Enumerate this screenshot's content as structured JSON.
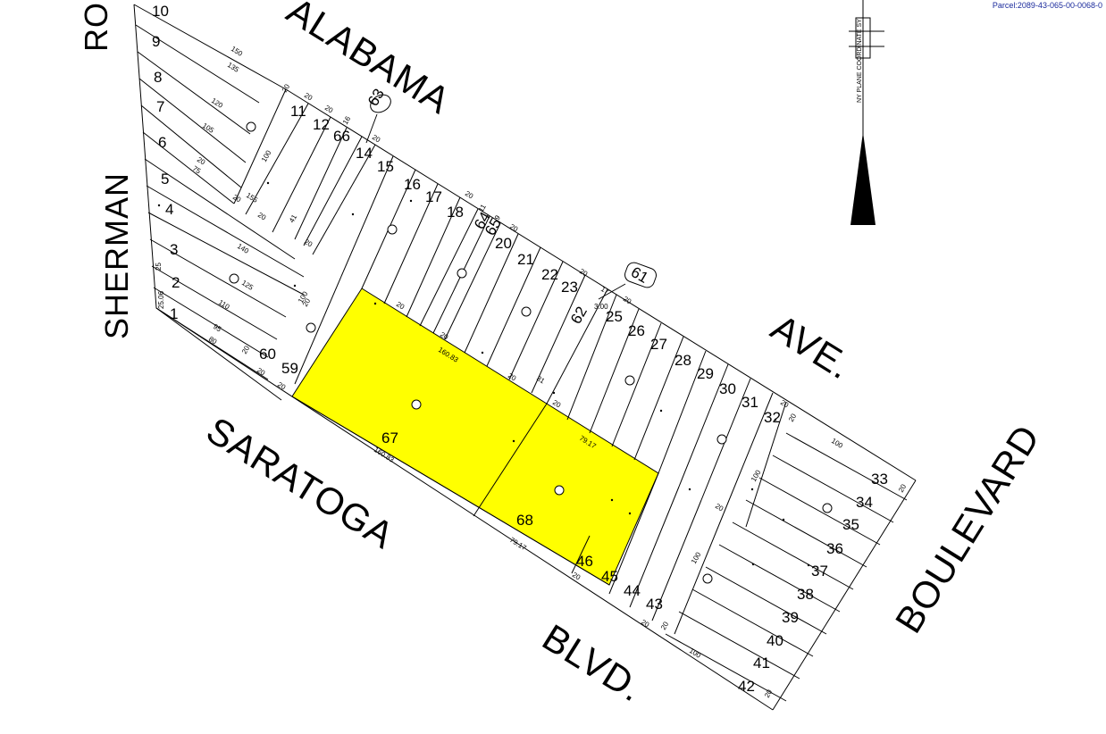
{
  "parcel_id": "Parcel:2089-43-065-00-0068-0",
  "north_arrow": {
    "label": "NY PLANE COORDINATE SY"
  },
  "colors": {
    "highlight": "#ffff00",
    "lines": "#000000",
    "parcel_text": "#1a2a9c"
  },
  "streets": {
    "alabama": "ALABAMA",
    "ave": "AVE.",
    "sherman": "SHERMAN",
    "ro": "RO",
    "saratoga": "SARATOGA",
    "blvd": "BLVD.",
    "boulevard": "BOULEVARD"
  },
  "circled_lots": {
    "c63": "63",
    "c61": "61"
  },
  "lots": {
    "l10": "10",
    "l9": "9",
    "l8": "8",
    "l7": "7",
    "l6": "6",
    "l5": "5",
    "l4": "4",
    "l3": "3",
    "l2": "2",
    "l1": "1",
    "l60": "60",
    "l59": "59",
    "l11": "11",
    "l12": "12",
    "l66": "66",
    "l14": "14",
    "l15": "15",
    "l16": "16",
    "l17": "17",
    "l18": "18",
    "l64": "64",
    "l65": "65",
    "l20": "20",
    "l21": "21",
    "l22": "22",
    "l23": "23",
    "l62": "62",
    "l25": "25",
    "l26": "26",
    "l27": "27",
    "l28": "28",
    "l29": "29",
    "l30": "30",
    "l31": "31",
    "l32": "32",
    "l33": "33",
    "l34": "34",
    "l35": "35",
    "l36": "36",
    "l37": "37",
    "l38": "38",
    "l39": "39",
    "l40": "40",
    "l41": "41",
    "l42": "42",
    "l43": "43",
    "l44": "44",
    "l45": "45",
    "l46": "46",
    "l67": "67",
    "l68": "68"
  },
  "dimensions": {
    "d150": "150",
    "d135": "135",
    "d120": "120",
    "d105": "105",
    "d75": "75",
    "d155": "155",
    "d140": "140",
    "d125": "125",
    "d110": "110",
    "d95": "95",
    "d80": "80",
    "d2506": "25.06",
    "d25": "25",
    "d16083a": "160.83",
    "d16083b": "160.83",
    "d7917a": "79.17",
    "d7917b": "79.17",
    "d300": "3.00",
    "d100a": "100",
    "d100b": "100",
    "d100c": "100",
    "d100d": "100",
    "d100e": "100",
    "d100f": "100",
    "d20": "20",
    "d16": "16",
    "d17": "17",
    "d11": "11",
    "d9": "9",
    "d31": "31",
    "d41": "41"
  }
}
